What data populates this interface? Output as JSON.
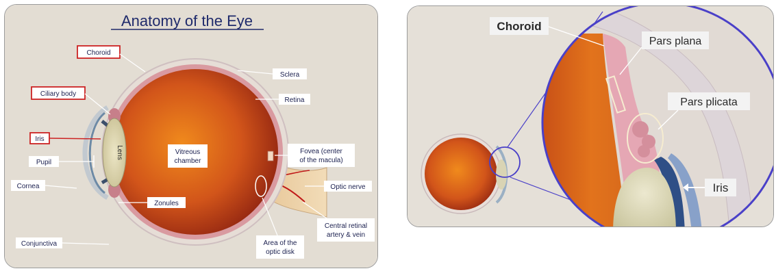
{
  "left_panel": {
    "title": "Anatomy of the Eye",
    "labels": {
      "choroid": "Choroid",
      "ciliary_body": "Ciliary body",
      "iris": "Iris",
      "pupil": "Pupil",
      "cornea": "Cornea",
      "conjunctiva": "Conjunctiva",
      "lens": "Lens",
      "vitreous_line1": "Vitreous",
      "vitreous_line2": "chamber",
      "zonules": "Zonules",
      "sclera": "Sclera",
      "retina": "Retina",
      "fovea_line1": "Fovea (center",
      "fovea_line2": "of the macula)",
      "optic_nerve": "Optic nerve",
      "central_line1": "Central retinal",
      "central_line2": "artery & vein",
      "disk_line1": "Area of the",
      "disk_line2": "optic disk"
    },
    "highlighted_labels": [
      "Choroid",
      "Ciliary body",
      "Iris"
    ],
    "colors": {
      "background": "#e3ddd3",
      "highlight_border": "#cc2222",
      "text": "#1a1f4e",
      "title": "#1f2a6b"
    }
  },
  "right_panel": {
    "labels": {
      "choroid": "Choroid",
      "pars_plana": "Pars plana",
      "pars_plicata": "Pars plicata",
      "iris": "Iris"
    },
    "colors": {
      "background": "#e5e0d8",
      "magnifier_ring": "#4a40c8",
      "label_bg": "#f3f3f3"
    }
  }
}
